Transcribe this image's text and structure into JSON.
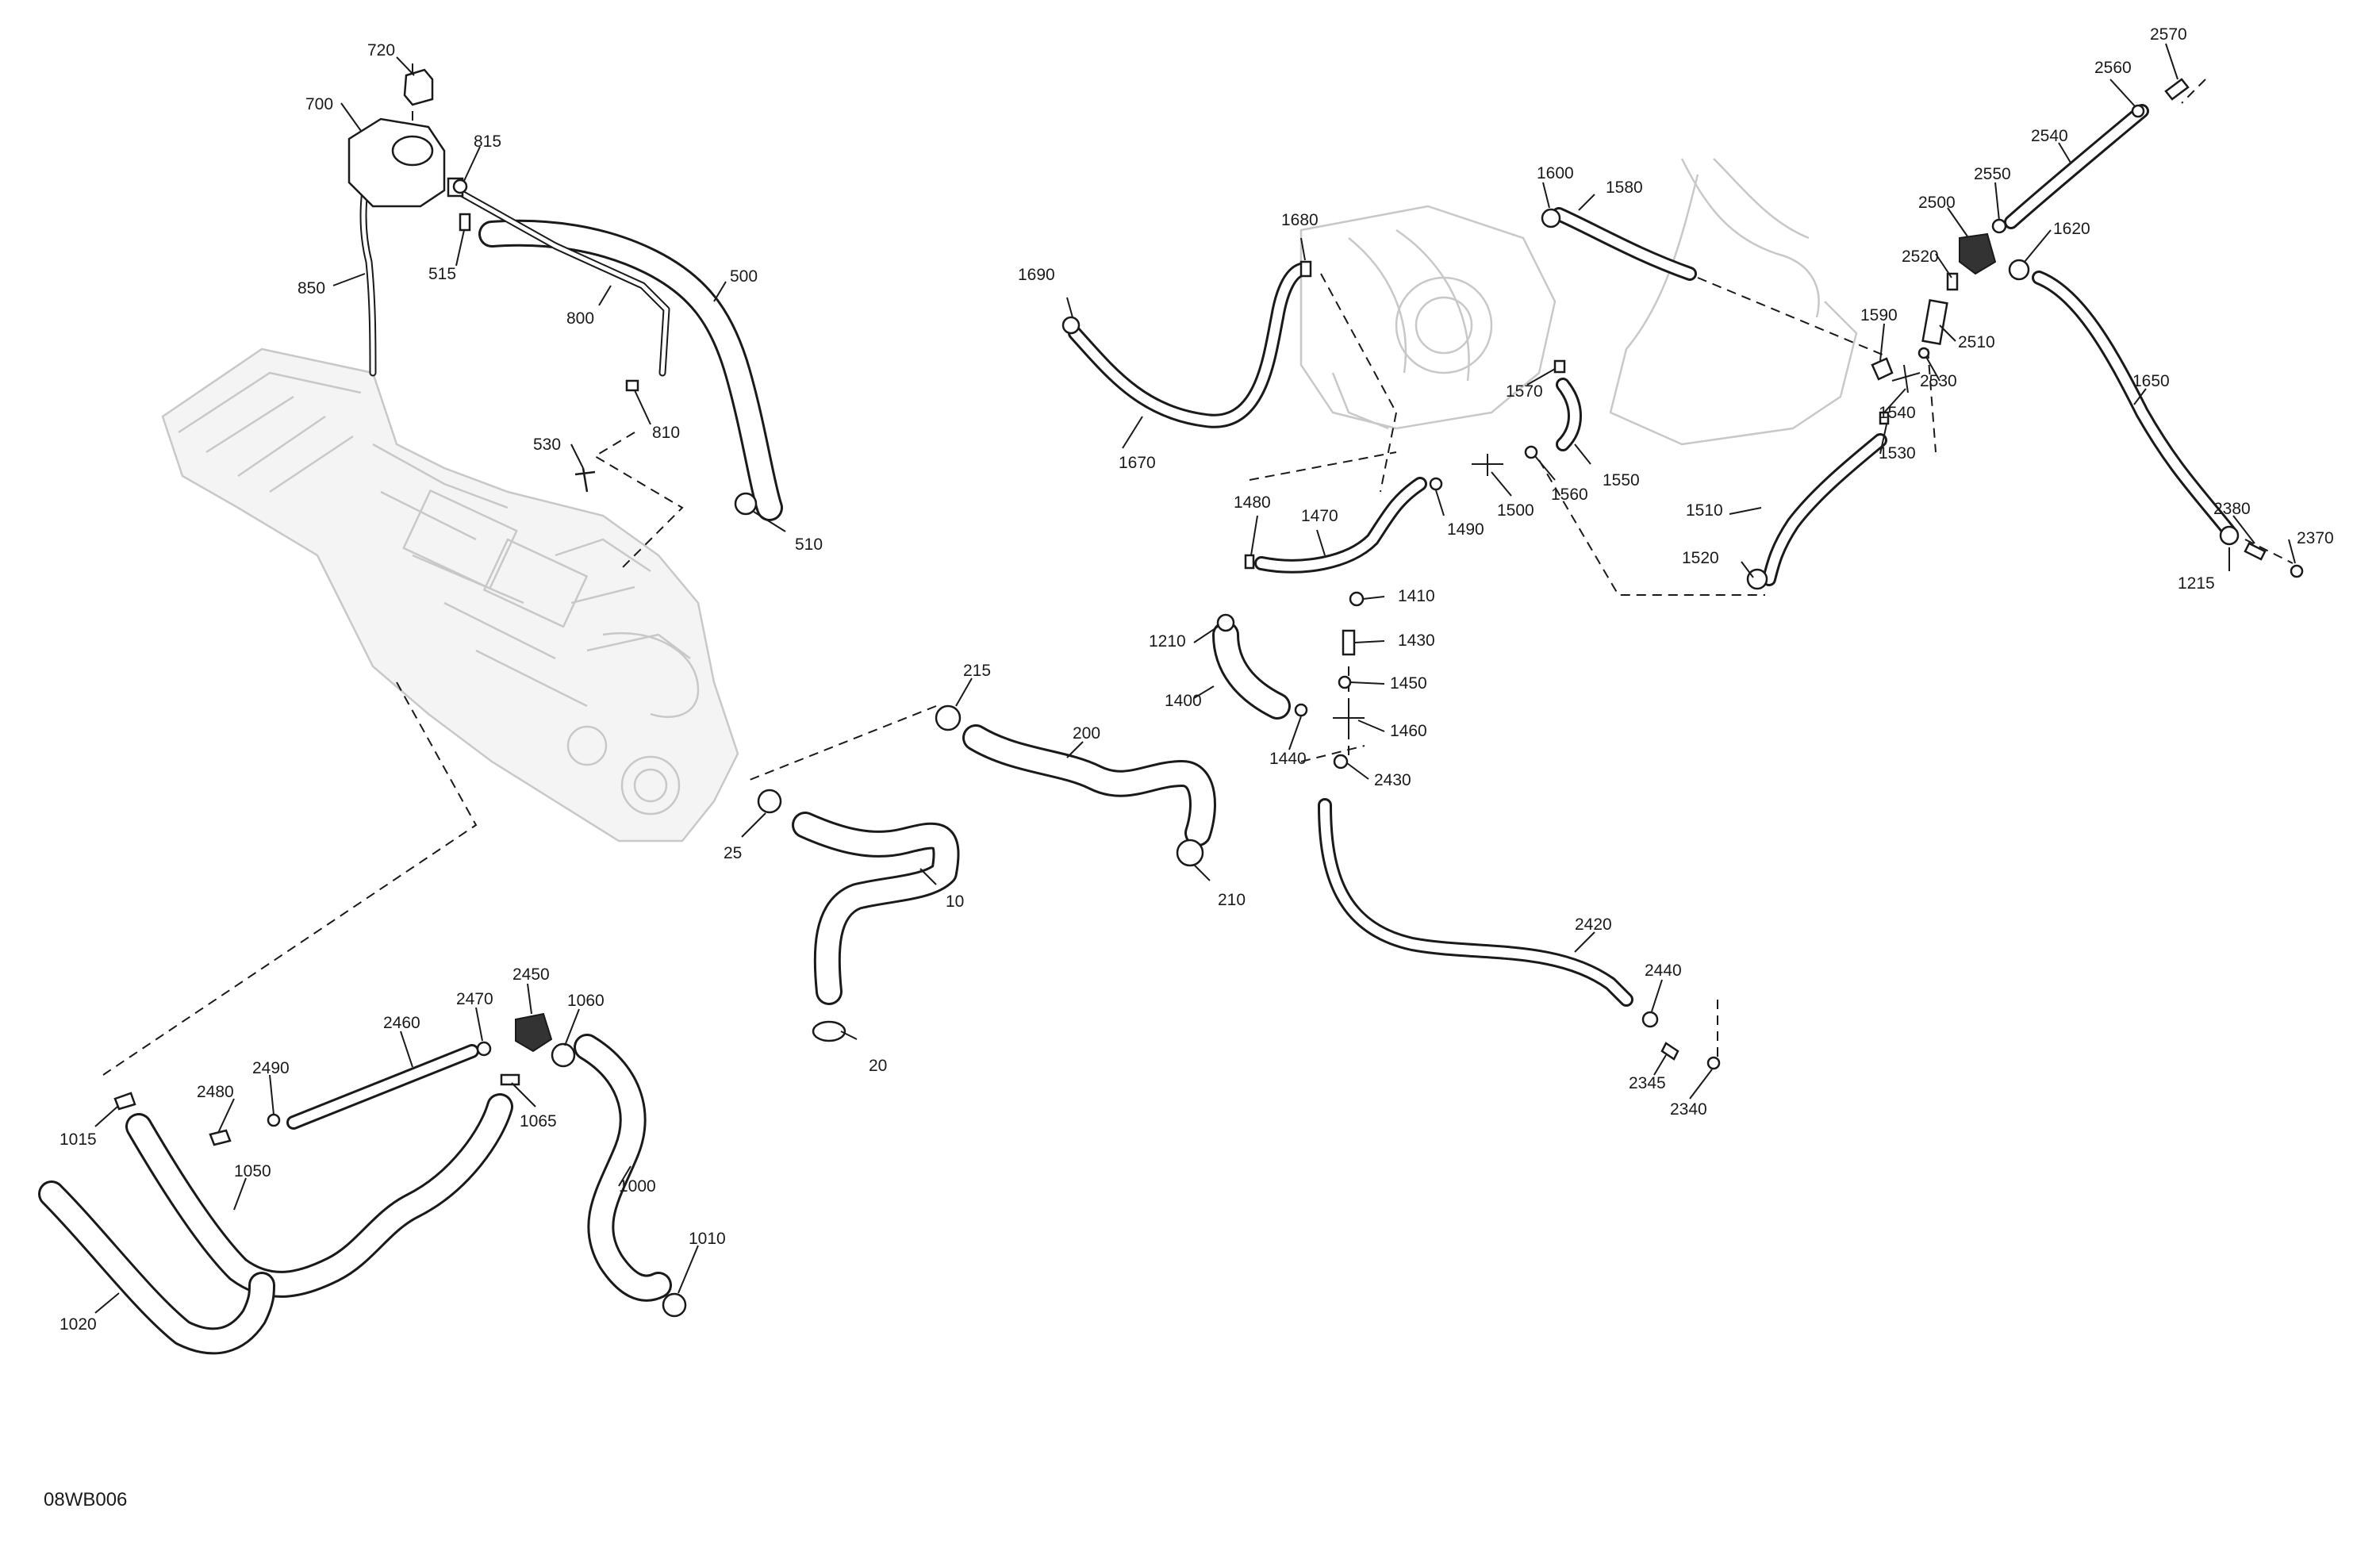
{
  "drawing_code": "08WB006",
  "callouts": [
    {
      "id": "c720",
      "text": "720"
    },
    {
      "id": "c700",
      "text": "700"
    },
    {
      "id": "c815",
      "text": "815"
    },
    {
      "id": "c515",
      "text": "515"
    },
    {
      "id": "c850",
      "text": "850"
    },
    {
      "id": "c800",
      "text": "800"
    },
    {
      "id": "c500",
      "text": "500"
    },
    {
      "id": "c810",
      "text": "810"
    },
    {
      "id": "c530",
      "text": "530"
    },
    {
      "id": "c510",
      "text": "510"
    },
    {
      "id": "c215",
      "text": "215"
    },
    {
      "id": "c200",
      "text": "200"
    },
    {
      "id": "c210",
      "text": "210"
    },
    {
      "id": "c25",
      "text": "25"
    },
    {
      "id": "c10",
      "text": "10"
    },
    {
      "id": "c20",
      "text": "20"
    },
    {
      "id": "c1690",
      "text": "1690"
    },
    {
      "id": "c1680",
      "text": "1680"
    },
    {
      "id": "c1670",
      "text": "1670"
    },
    {
      "id": "c1600",
      "text": "1600"
    },
    {
      "id": "c1580",
      "text": "1580"
    },
    {
      "id": "c1570",
      "text": "1570"
    },
    {
      "id": "c1550",
      "text": "1550"
    },
    {
      "id": "c1560",
      "text": "1560"
    },
    {
      "id": "c1500",
      "text": "1500"
    },
    {
      "id": "c1490",
      "text": "1490"
    },
    {
      "id": "c1480",
      "text": "1480"
    },
    {
      "id": "c1470",
      "text": "1470"
    },
    {
      "id": "c1410",
      "text": "1410"
    },
    {
      "id": "c1430",
      "text": "1430"
    },
    {
      "id": "c1210",
      "text": "1210"
    },
    {
      "id": "c1450",
      "text": "1450"
    },
    {
      "id": "c1400",
      "text": "1400"
    },
    {
      "id": "c1460",
      "text": "1460"
    },
    {
      "id": "c1440",
      "text": "1440"
    },
    {
      "id": "c2430",
      "text": "2430"
    },
    {
      "id": "c2420",
      "text": "2420"
    },
    {
      "id": "c2440",
      "text": "2440"
    },
    {
      "id": "c2345",
      "text": "2345"
    },
    {
      "id": "c2340",
      "text": "2340"
    },
    {
      "id": "c1510",
      "text": "1510"
    },
    {
      "id": "c1520",
      "text": "1520"
    },
    {
      "id": "c1530",
      "text": "1530"
    },
    {
      "id": "c1540",
      "text": "1540"
    },
    {
      "id": "c2530",
      "text": "2530"
    },
    {
      "id": "c1590",
      "text": "1590"
    },
    {
      "id": "c2510",
      "text": "2510"
    },
    {
      "id": "c2520",
      "text": "2520"
    },
    {
      "id": "c2500",
      "text": "2500"
    },
    {
      "id": "c2550",
      "text": "2550"
    },
    {
      "id": "c1620",
      "text": "1620"
    },
    {
      "id": "c2540",
      "text": "2540"
    },
    {
      "id": "c2560",
      "text": "2560"
    },
    {
      "id": "c2570",
      "text": "2570"
    },
    {
      "id": "c1650",
      "text": "1650"
    },
    {
      "id": "c2380",
      "text": "2380"
    },
    {
      "id": "c2370",
      "text": "2370"
    },
    {
      "id": "c1215",
      "text": "1215"
    },
    {
      "id": "c2450",
      "text": "2450"
    },
    {
      "id": "c2470",
      "text": "2470"
    },
    {
      "id": "c1060",
      "text": "1060"
    },
    {
      "id": "c2460",
      "text": "2460"
    },
    {
      "id": "c2490",
      "text": "2490"
    },
    {
      "id": "c2480",
      "text": "2480"
    },
    {
      "id": "c1065",
      "text": "1065"
    },
    {
      "id": "c1015",
      "text": "1015"
    },
    {
      "id": "c1050",
      "text": "1050"
    },
    {
      "id": "c1000",
      "text": "1000"
    },
    {
      "id": "c1010",
      "text": "1010"
    },
    {
      "id": "c1020",
      "text": "1020"
    }
  ]
}
